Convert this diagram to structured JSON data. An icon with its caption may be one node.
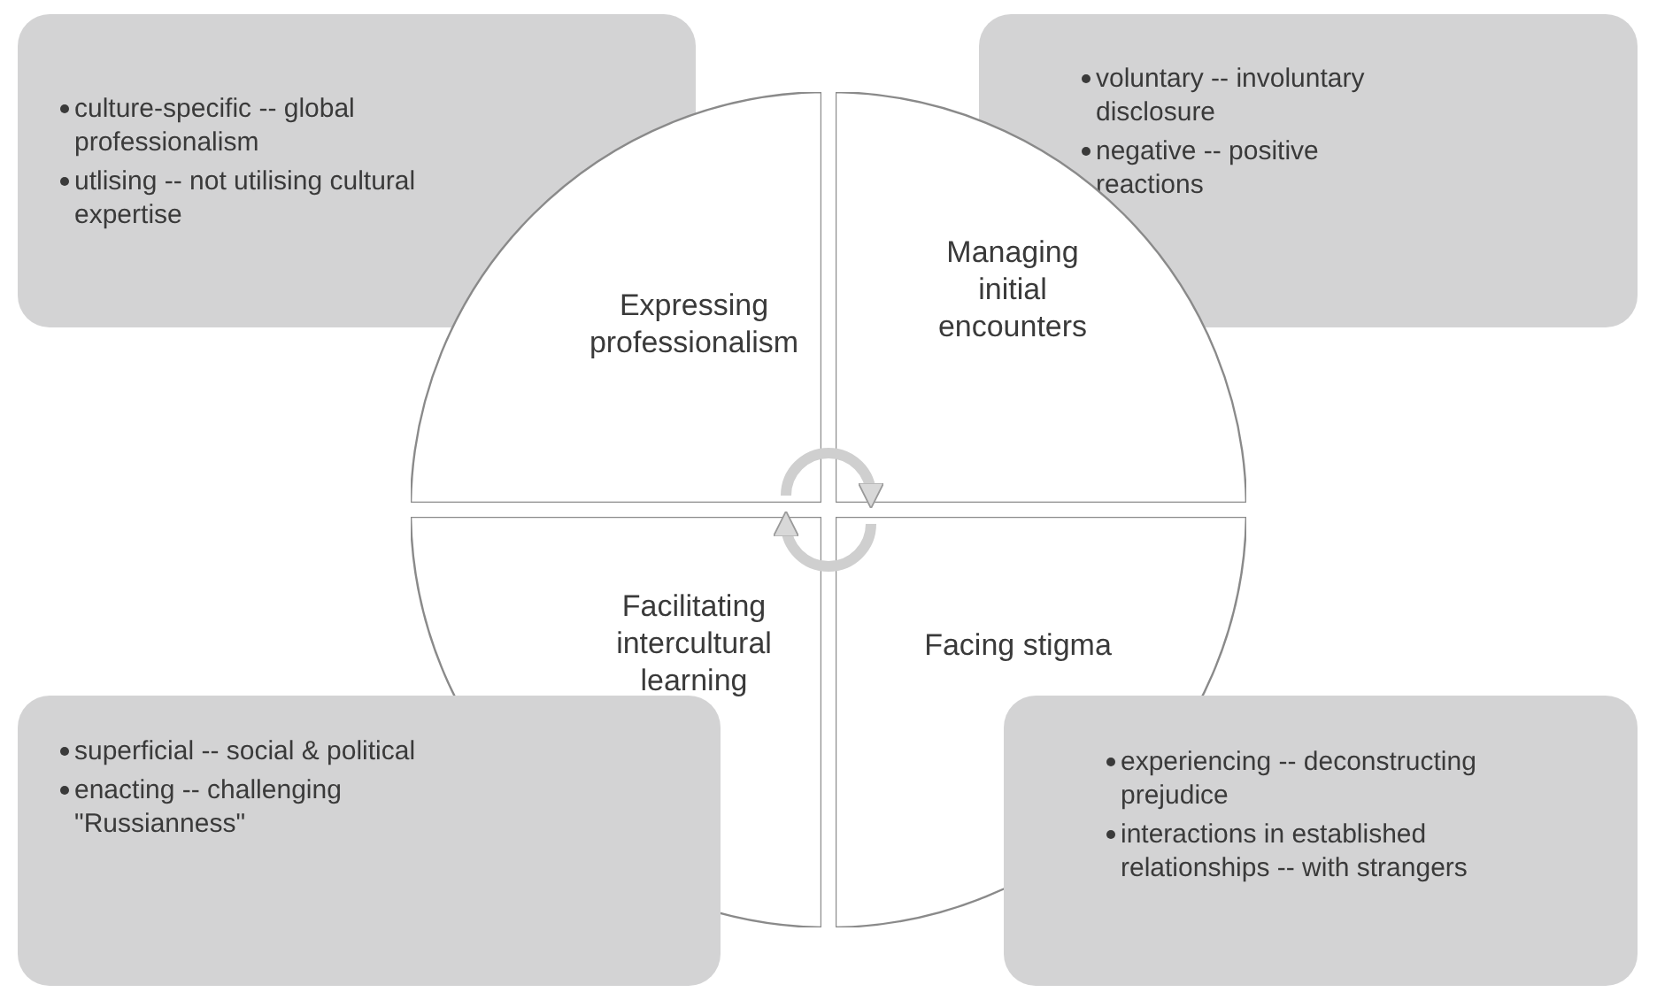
{
  "diagram": {
    "nodes": [
      {
        "text": [
          "culture-specific --  global professionalism",
          "utlising --  not utilising cultural expertise"
        ]
      },
      {
        "text": [
          "voluntary -- involuntary disclosure",
          "negative -- positive reactions"
        ]
      },
      {
        "text": [
          "Expressing professionalism"
        ]
      },
      {
        "text": [
          "Managing initial encounters"
        ]
      },
      {
        "text": [
          "Facilitating intercultural learning"
        ]
      },
      {
        "text": [
          "Facing stigma"
        ]
      },
      {
        "text": [
          "superficial  -- social & political",
          "enacting  -- challenging \"Russianness\""
        ]
      },
      {
        "text": [
          "experiencing -- deconstructing prejudice",
          "interactions in established relationships --  with strangers"
        ]
      }
    ],
    "edges": [
      {
        "from": 2,
        "to": 3,
        "arrow": "to"
      },
      {
        "from": 5,
        "to": 4,
        "arrow": "to"
      }
    ]
  }
}
